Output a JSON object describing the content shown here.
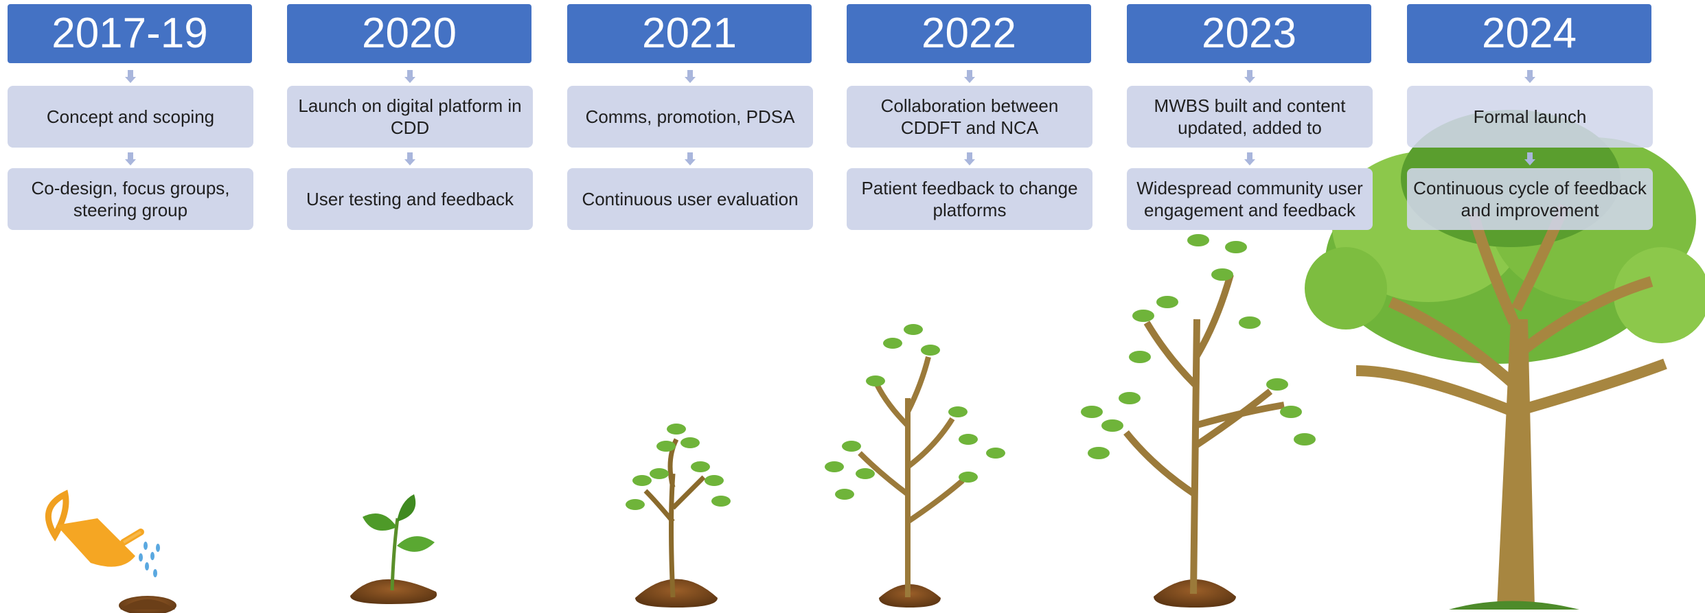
{
  "timeline": [
    {
      "year": "2017-19",
      "step1": "Concept and scoping",
      "step2": "Co-design, focus groups, steering group"
    },
    {
      "year": "2020",
      "step1": "Launch on digital platform in CDD",
      "step2": "User testing and feedback"
    },
    {
      "year": "2021",
      "step1": "Comms, promotion, PDSA",
      "step2": "Continuous user evaluation"
    },
    {
      "year": "2022",
      "step1": "Collaboration between CDDFT and NCA",
      "step2": "Patient feedback to change platforms"
    },
    {
      "year": "2023",
      "step1": "MWBS built and content updated, added to",
      "step2": "Widespread community user engagement and feedback"
    },
    {
      "year": "2024",
      "step1": "Formal launch",
      "step2": "Continuous cycle of feedback and improvement"
    }
  ],
  "colors": {
    "header": "#4472c4",
    "box": "#d0d6ea",
    "arrow": "#a9b6dc",
    "leaf": "#6fb43a",
    "trunk": "#9b7a3a",
    "soil": "#7a4a1c"
  },
  "illustrations": [
    "watering-can-icon",
    "seedling-icon",
    "sapling-icon",
    "young-tree-icon",
    "growing-tree-icon",
    "mature-tree-icon"
  ]
}
